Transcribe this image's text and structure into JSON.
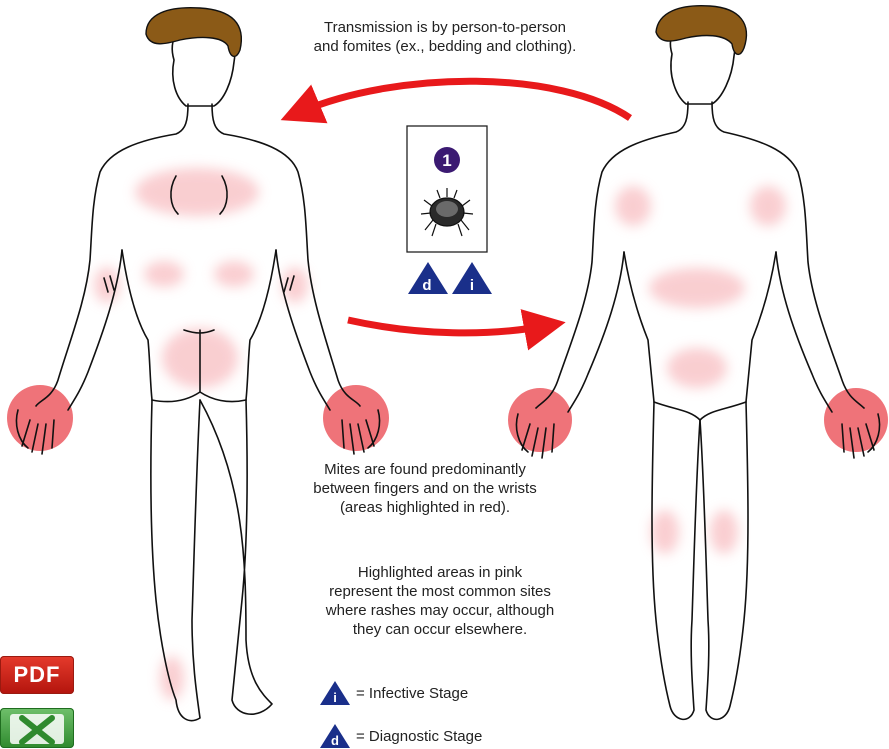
{
  "transmission_text": [
    "Transmission is by person-to-person",
    "and fomites (ex., bedding and clothing)."
  ],
  "stage_number": "1",
  "stage_icons": {
    "diagnostic": "d",
    "infective": "i"
  },
  "mites_text": [
    "Mites are found predominantly",
    "between fingers and on the wrists",
    "(areas highlighted in red)."
  ],
  "rash_text": [
    "Highlighted areas in pink",
    "represent the most common sites",
    "where rashes may occur, although",
    "they can occur elsewhere."
  ],
  "legend": {
    "infective_label": "= Infective Stage",
    "diagnostic_label": "= Diagnostic Stage"
  },
  "buttons": {
    "pdf_label": "PDF"
  },
  "colors": {
    "arrow": "#e8191b",
    "hair": "#8b5a17",
    "pink_area": "#f9c9cc",
    "red_area": "#ec5a62",
    "stage_circle": "#3b1a72",
    "stage_triangle": "#1a2f8a"
  },
  "icons": [
    "mite-icon",
    "pdf-icon",
    "excel-icon"
  ]
}
